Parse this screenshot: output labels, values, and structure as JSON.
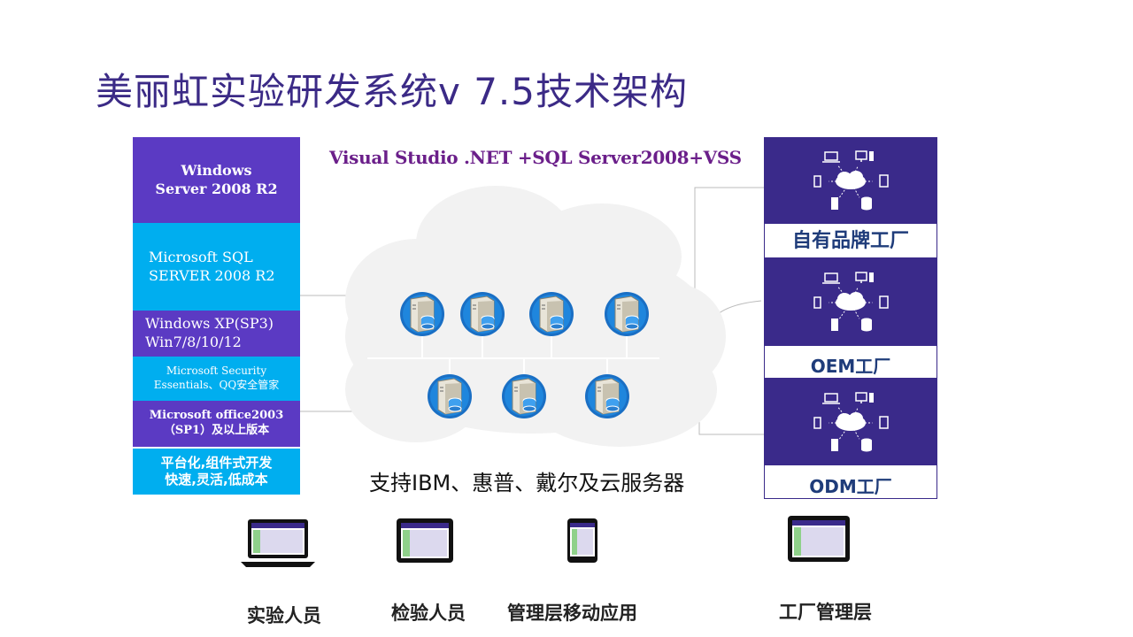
{
  "title": "美丽虹实验研发系统v 7.5技术架构",
  "subtitle": "Visual Studio .NET +SQL Server2008+VSS",
  "stack": [
    {
      "line1": "Windows",
      "line2": "Server 2008 R2"
    },
    {
      "line1": "Microsoft SQL",
      "line2": "SERVER 2008 R2"
    },
    {
      "line1": "Windows XP(SP3)",
      "line2": "Win7/8/10/12"
    },
    {
      "line1": "Microsoft Security",
      "line2": "Essentials、QQ安全管家"
    },
    {
      "line1": "Microsoft office2003",
      "line2": "（SP1）及以上版本"
    },
    {
      "line1": "平台化,组件式开发",
      "line2": "快速,灵活,低成本"
    }
  ],
  "servers_label": "支持IBM、惠普、戴尔及云服务器",
  "factories": [
    {
      "label": "自有品牌工厂"
    },
    {
      "label": "OEM工厂"
    },
    {
      "label": "ODM工厂"
    }
  ],
  "clients": [
    {
      "label": "实验人员",
      "device": "laptop-icon"
    },
    {
      "label": "检验人员",
      "device": "tablet-icon"
    },
    {
      "label": "管理层移动应用",
      "device": "phone-icon"
    },
    {
      "label": "工厂管理层",
      "device": "tablet-icon"
    }
  ],
  "colors": {
    "purple": "#5b3ac3",
    "blue": "#00aeef",
    "factory": "#3a2a8a",
    "title": "#3b2a86"
  }
}
